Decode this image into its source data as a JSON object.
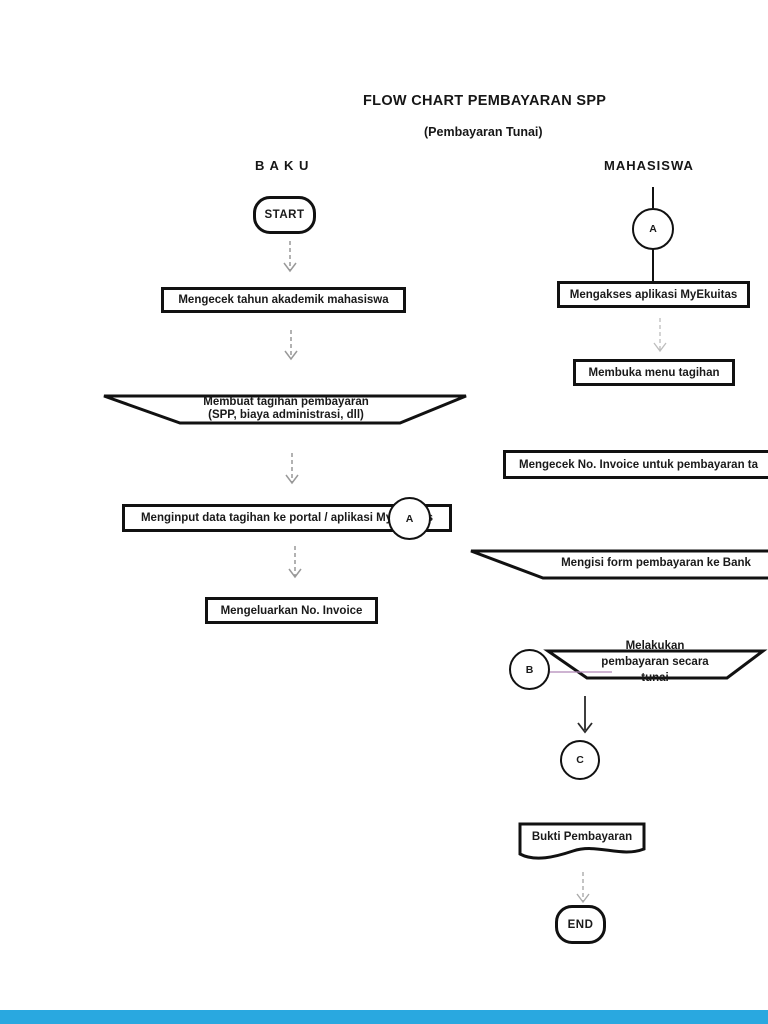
{
  "title": "FLOW CHART PEMBAYARAN SPP",
  "subtitle": "(Pembayaran Tunai)",
  "lanes": {
    "left": "B A K U",
    "right": "MAHASISWA"
  },
  "left_flow": {
    "start": "START",
    "check_year": "Mengecek tahun akademik mahasiswa",
    "create_bill_line1": "Membuat tagihan pembayaran",
    "create_bill_line2": "(SPP, biaya administrasi, dll)",
    "input_bill": "Menginput data tagihan ke portal / aplikasi MyEkuitas",
    "connector_a": "A",
    "issue_invoice": "Mengeluarkan No. Invoice"
  },
  "right_flow": {
    "connector_a": "A",
    "access_app": "Mengakses aplikasi MyEkuitas",
    "open_menu": "Membuka menu tagihan",
    "check_invoice": "Mengecek No. Invoice untuk pembayaran ta",
    "fill_form": "Mengisi form pembayaran ke Bank",
    "connector_b": "B",
    "pay_line1": "Melakukan",
    "pay_line2": "pembayaran secara",
    "pay_line3": "tunai",
    "connector_c": "C",
    "receipt": "Bukti Pembayaran",
    "end": "END"
  },
  "colors": {
    "ink": "#111111",
    "arrow_gray": "#999999",
    "faint_gray": "#bdbdbd",
    "accent_purple": "#b087b8",
    "footer_blue": "#29a8e0",
    "background": "#ffffff"
  }
}
